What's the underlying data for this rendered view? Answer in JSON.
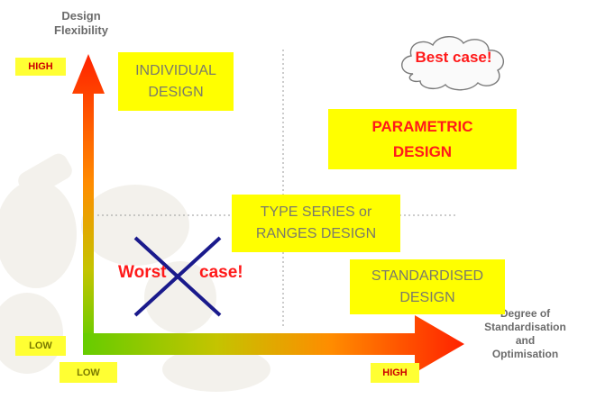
{
  "y_axis": {
    "title_line1": "Design",
    "title_line2": "Flexibility",
    "high_label": "HIGH",
    "low_label": "LOW"
  },
  "x_axis": {
    "title_line1": "Degree of",
    "title_line2": "Standardisation",
    "title_line3": "and",
    "title_line4": "Optimisation",
    "low_label": "LOW",
    "high_label": "HIGH"
  },
  "boxes": {
    "individual": {
      "line1": "INDIVIDUAL",
      "line2": "DESIGN"
    },
    "parametric": {
      "line1": "PARAMETRIC",
      "line2": "DESIGN"
    },
    "type_series": {
      "line1": "TYPE SERIES or",
      "line2": "RANGES DESIGN"
    },
    "standardised": {
      "line1": "STANDARDISED",
      "line2": "DESIGN"
    }
  },
  "best_case": "Best case!",
  "worst_case": {
    "word1": "Worst",
    "word2": "case!"
  },
  "colors": {
    "arrow_top": "#ff2200",
    "arrow_mid": "#ff9900",
    "arrow_bottom": "#66cc00",
    "box_fill": "#ffff00",
    "cross": "#1a1a8c",
    "red_text": "#ff1a1a"
  }
}
